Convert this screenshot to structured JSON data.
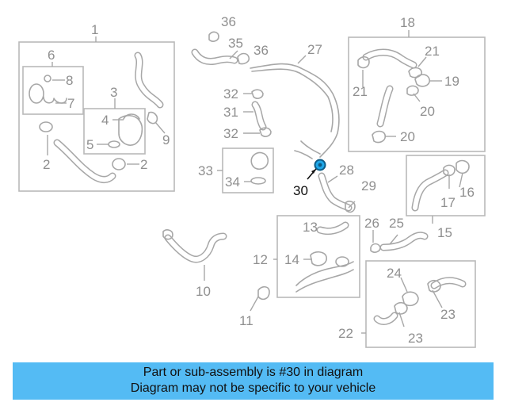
{
  "callouts": {
    "n1": "1",
    "n2a": "2",
    "n2b": "2",
    "n3": "3",
    "n4": "4",
    "n5": "5",
    "n6": "6",
    "n7": "7",
    "n8": "8",
    "n9": "9",
    "n10": "10",
    "n11": "11",
    "n12": "12",
    "n13": "13",
    "n14": "14",
    "n15": "15",
    "n16": "16",
    "n17": "17",
    "n18": "18",
    "n19": "19",
    "n20a": "20",
    "n20b": "20",
    "n21a": "21",
    "n21b": "21",
    "n22": "22",
    "n23a": "23",
    "n23b": "23",
    "n24": "24",
    "n25": "25",
    "n26": "26",
    "n27": "27",
    "n28": "28",
    "n29": "29",
    "n30": "30",
    "n31": "31",
    "n32a": "32",
    "n32b": "32",
    "n33": "33",
    "n34": "34",
    "n35": "35",
    "n36a": "36",
    "n36b": "36"
  },
  "highlight": {
    "part": "30",
    "color": "#1fa7e8"
  },
  "banner": {
    "line1": "Part or sub-assembly is #30 in diagram",
    "line2": "Diagram may not be specific to your vehicle",
    "background": "#54bbf4"
  }
}
